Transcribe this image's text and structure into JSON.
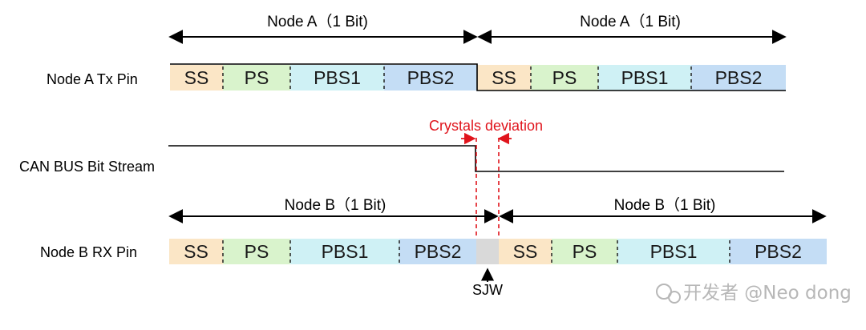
{
  "colors": {
    "SS": "#fbe6c6",
    "PS": "#d9f3cc",
    "PBS1": "#cff1f5",
    "PBS2": "#c4ddf5",
    "SJW": "#d9d9d9",
    "deviation": "#e0141c",
    "line": "#000000"
  },
  "row_labels": {
    "node_a_tx": "Node A Tx Pin",
    "can_bus": "CAN BUS Bit Stream",
    "node_b_rx": "Node B RX Pin"
  },
  "node_a_bits": [
    "Node A（1 Bit)",
    "Node A（1 Bit)"
  ],
  "node_b_bits": [
    "Node B（1 Bit)",
    "Node B（1 Bit)"
  ],
  "tx_segments": [
    "SS",
    "PS",
    "PBS1",
    "PBS2",
    "SS",
    "PS",
    "PBS1",
    "PBS2"
  ],
  "rx_segments": [
    "SS",
    "PS",
    "PBS1",
    "PBS2",
    "",
    "SS",
    "PS",
    "PBS1",
    "PBS2"
  ],
  "deviation_label": "Crystals deviation",
  "sjw_label": "SJW",
  "watermark": "开发者 @Neo dong"
}
